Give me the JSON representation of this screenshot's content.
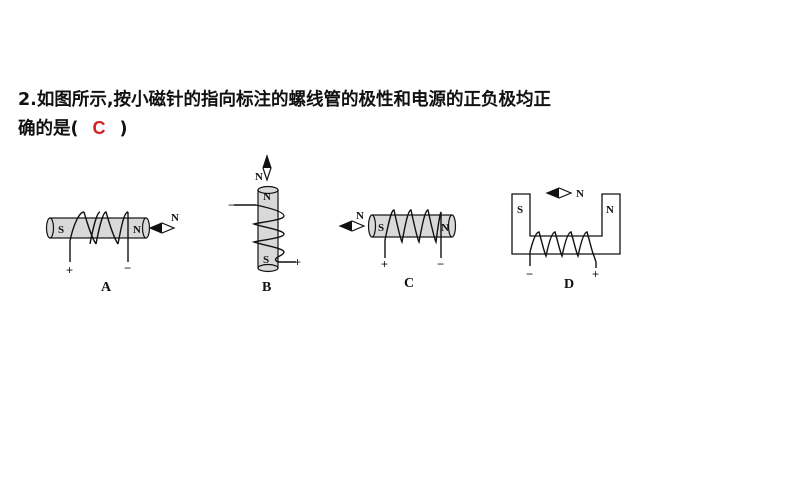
{
  "question": {
    "line1": "2.如图所示,按小磁针的指向标注的螺线管的极性和电源的正负极均正",
    "line2_before": "确的是(",
    "answer": "C",
    "line2_after": ")"
  },
  "figures": [
    {
      "caption": "A",
      "left_pole": "S",
      "right_pole": "N",
      "needle_pole": "N",
      "minus_sign": "−",
      "plus_sign": "+"
    },
    {
      "caption": "B",
      "top_pole": "N",
      "bottom_pole": "S",
      "needle_pole": "N",
      "minus_sign": "−",
      "plus_sign": "+"
    },
    {
      "caption": "C",
      "left_pole": "S",
      "right_pole": "N",
      "needle_pole": "N",
      "minus_sign": "−",
      "plus_sign": "+"
    },
    {
      "caption": "D",
      "left_pole": "S",
      "right_pole": "N",
      "needle_pole": "N",
      "minus_sign": "−",
      "plus_sign": "+"
    }
  ],
  "colors": {
    "answer": "#d42020",
    "core_fill": "#d9d9d9",
    "ink": "#111111"
  }
}
